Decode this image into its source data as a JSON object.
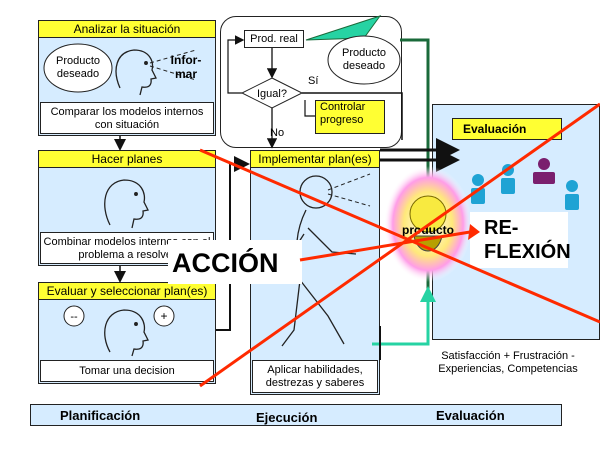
{
  "diagram": {
    "analizar": {
      "title": "Analizar la situación",
      "producto_deseado": "Producto\ndeseado",
      "informar": "Infor-\nmar",
      "comparar": "Comparar los modelos internos con situación"
    },
    "loop": {
      "prod_real": "Prod. real",
      "producto_deseado": "Producto\ndeseado",
      "igual": "Igual?",
      "si": "Sí",
      "no": "No",
      "controlar": "Controlar\nprogreso"
    },
    "hacer": {
      "title": "Hacer planes",
      "combinar": "Combinar modelos internos con el problema a resolver"
    },
    "evaluar": {
      "title": "Evaluar y seleccionar plan(es)",
      "minus": "--",
      "plus": "+",
      "tomar": "Tomar una decision"
    },
    "implementar": {
      "title": "Implementar plan(es)",
      "aplicar": "Aplicar habilidades, destrezas y saberes"
    },
    "accion": "ACCIÓN",
    "producto": "producto",
    "reflexion": "RE-\nFLEXIÓN",
    "evaluacion": {
      "title": "Evaluación",
      "satisfaccion": "Satisfacción + Frustración -\nExperiencias, Competencias"
    },
    "bottom_bar": {
      "planificacion": "Planificación",
      "ejecucion": "Ejecución",
      "evaluacion": "Evaluación"
    },
    "colors": {
      "yellow": "#ffff33",
      "panel": "#d6ecff",
      "red": "#ff2a00",
      "green": "#1a6a3a",
      "teal": "#26d3a3"
    }
  }
}
